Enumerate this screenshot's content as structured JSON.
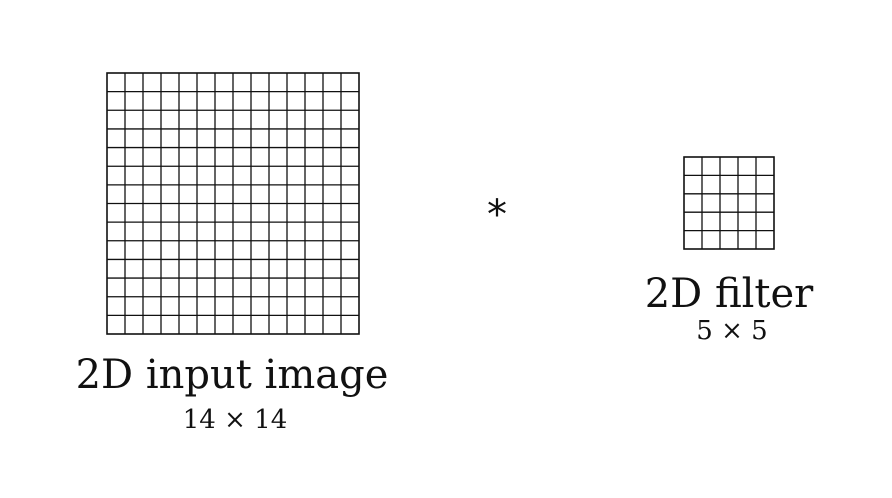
{
  "input": {
    "title": "2D input image",
    "size_label": "14 × 14",
    "rows": 14,
    "cols": 14
  },
  "operator": {
    "symbol": "*"
  },
  "filter": {
    "title": "2D filter",
    "size_label": "5 × 5",
    "rows": 5,
    "cols": 5
  },
  "colors": {
    "grid_line": "#111111",
    "background": "#ffffff"
  }
}
